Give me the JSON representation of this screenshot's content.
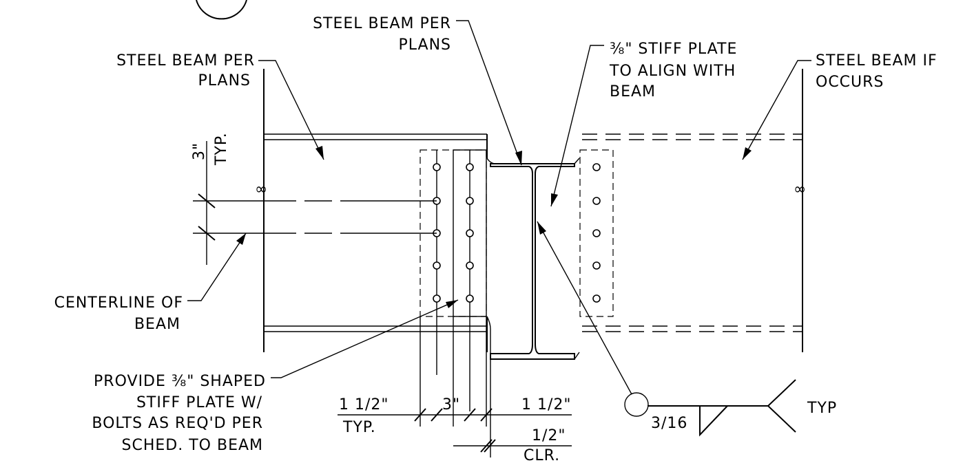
{
  "callouts": {
    "beam_left": [
      "STEEL BEAM PER",
      "PLANS"
    ],
    "beam_center": [
      "STEEL BEAM PER",
      "PLANS"
    ],
    "stiff_plate_align": [
      "⅜\" STIFF PLATE",
      "TO ALIGN WITH",
      "BEAM"
    ],
    "beam_right": [
      "STEEL BEAM IF",
      "OCCURS"
    ],
    "centerline": [
      "CENTERLINE OF",
      "BEAM"
    ],
    "shaped_plate": [
      "PROVIDE ⅜\" SHAPED",
      "STIFF PLATE W/",
      "BOLTS AS REQ'D PER",
      "SCHED. TO BEAM"
    ]
  },
  "dimensions": {
    "edge_vertical": "3\"",
    "edge_vertical_typ": "TYP.",
    "left_edge": "1 1/2\"",
    "left_edge_typ": "TYP.",
    "gauge": "3\"",
    "right_edge": "1 1/2\"",
    "clearance": "1/2\"",
    "clearance_note": "CLR."
  },
  "weld": {
    "size": "3/16",
    "tail": "TYP"
  }
}
